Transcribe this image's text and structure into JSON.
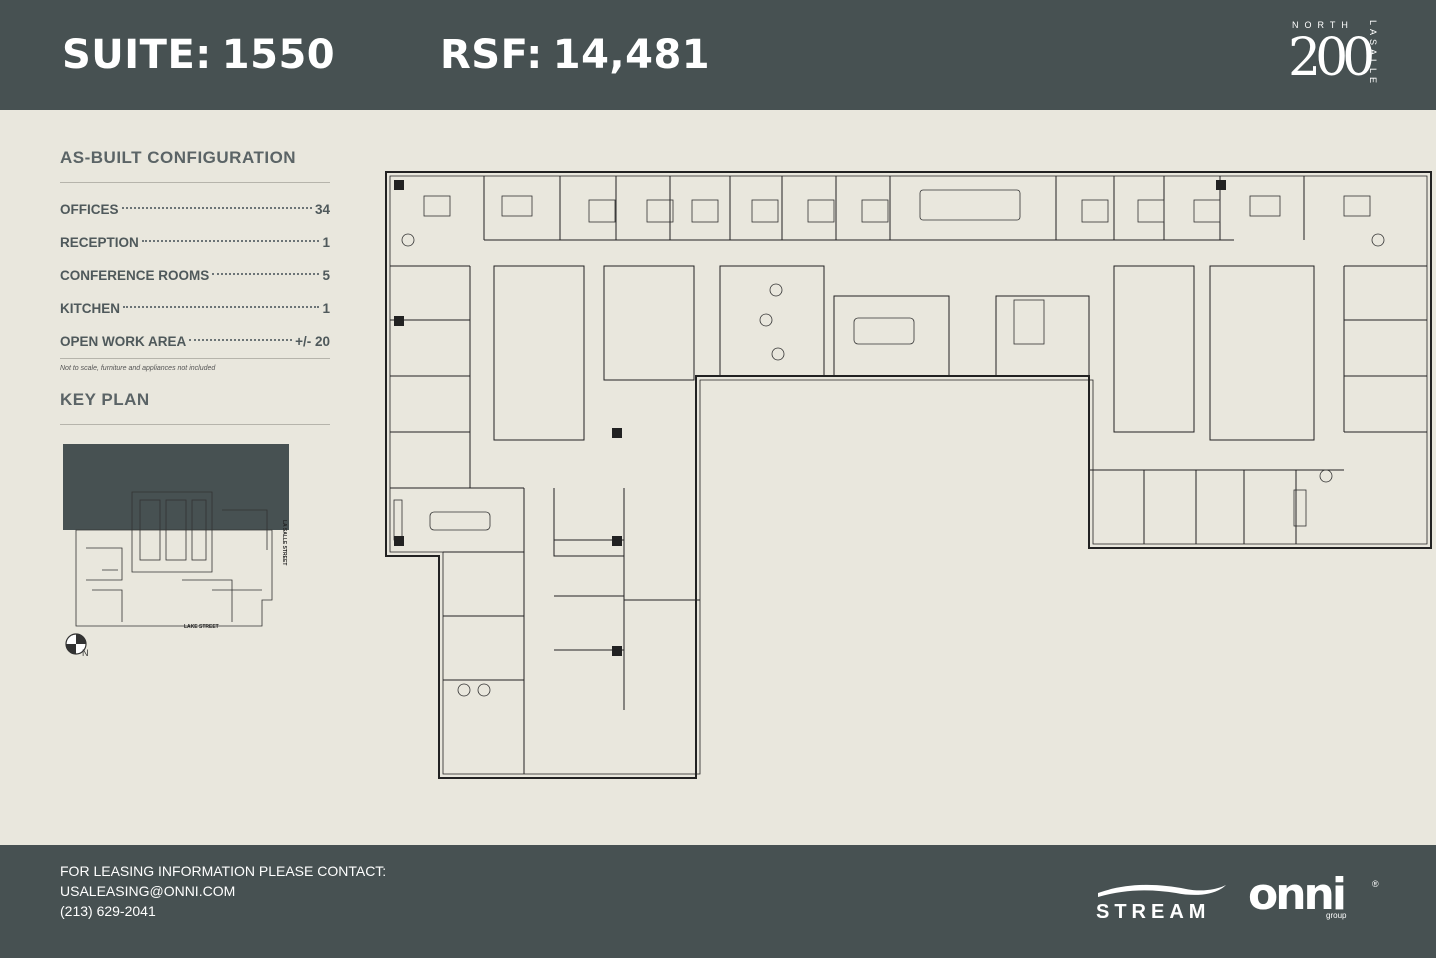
{
  "header": {
    "suite_label": "SUITE:",
    "suite_value": "1550",
    "rsf_label": "RSF:",
    "rsf_value": "14,481",
    "logo": {
      "north": "NORTH",
      "digits": "200",
      "lasalle": "LASALLE"
    }
  },
  "config": {
    "title": "AS-BUILT CONFIGURATION",
    "items": [
      {
        "label": "OFFICES",
        "value": "34"
      },
      {
        "label": "RECEPTION",
        "value": "1"
      },
      {
        "label": "CONFERENCE ROOMS",
        "value": "5"
      },
      {
        "label": "KITCHEN",
        "value": "1"
      },
      {
        "label": "OPEN WORK AREA",
        "value": "+/- 20"
      }
    ],
    "note": "Not to scale, furniture and appliances not included"
  },
  "keyplan": {
    "title": "KEY PLAN",
    "street_east": "LA SALLE STREET",
    "street_south": "LAKE STREET",
    "north": "N"
  },
  "footer": {
    "contact_heading": "FOR LEASING INFORMATION PLEASE CONTACT:",
    "email": "USALEASING@ONNI.COM",
    "phone": "(213) 629-2041",
    "stream_logo": "STREAM",
    "onni_logo": "onni",
    "onni_group": "group",
    "onni_reg": "®"
  },
  "colors": {
    "band": "#475152",
    "paper": "#e9e7dd",
    "ink": "#222222"
  }
}
